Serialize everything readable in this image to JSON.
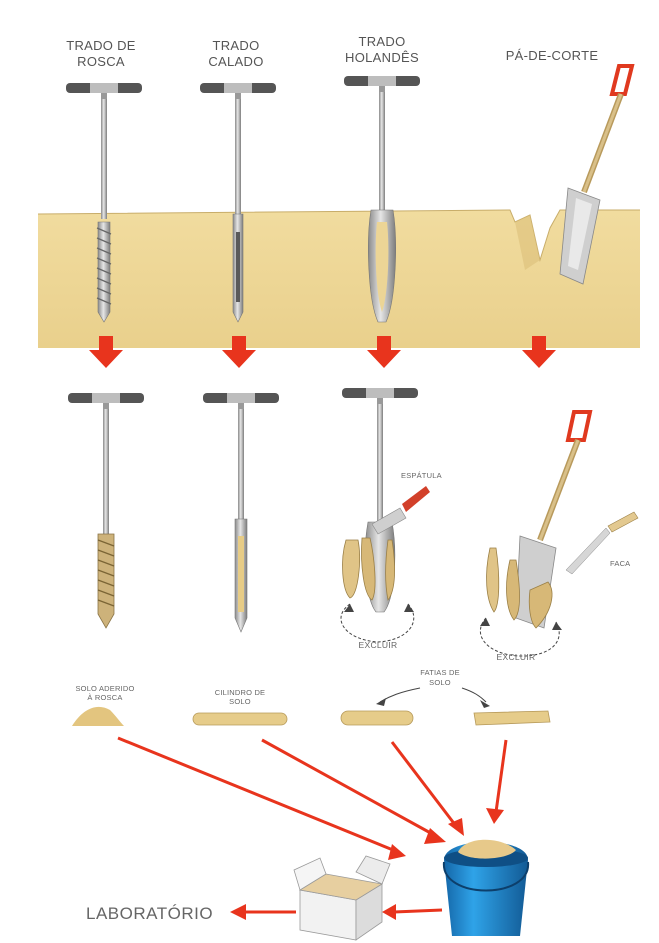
{
  "tools": {
    "rosca": {
      "line1": "TRADO DE",
      "line2": "ROSCA"
    },
    "calado": {
      "line1": "TRADO",
      "line2": "CALADO"
    },
    "holandes": {
      "line1": "TRADO",
      "line2": "HOLANDÊS"
    },
    "pa": {
      "line1": "PÁ-DE-CORTE"
    }
  },
  "annotations": {
    "espatula": "ESPÁTULA",
    "faca": "FACA",
    "excluir_1": "EXCLUIR",
    "excluir_2": "EXCLUIR"
  },
  "samples": {
    "solo_aderido_1": "SOLO ADERIDO",
    "solo_aderido_2": "À ROSCA",
    "cilindro_1": "CILINDRO DE",
    "cilindro_2": "SOLO",
    "fatias_1": "FATIAS DE",
    "fatias_2": "SOLO"
  },
  "destination": {
    "label": "LABORATÓRIO"
  },
  "colors": {
    "soil": "#ecd596",
    "arrow_red": "#e8341d",
    "bucket_blue": "#1f8fd6",
    "handle_red": "#e0391f"
  }
}
